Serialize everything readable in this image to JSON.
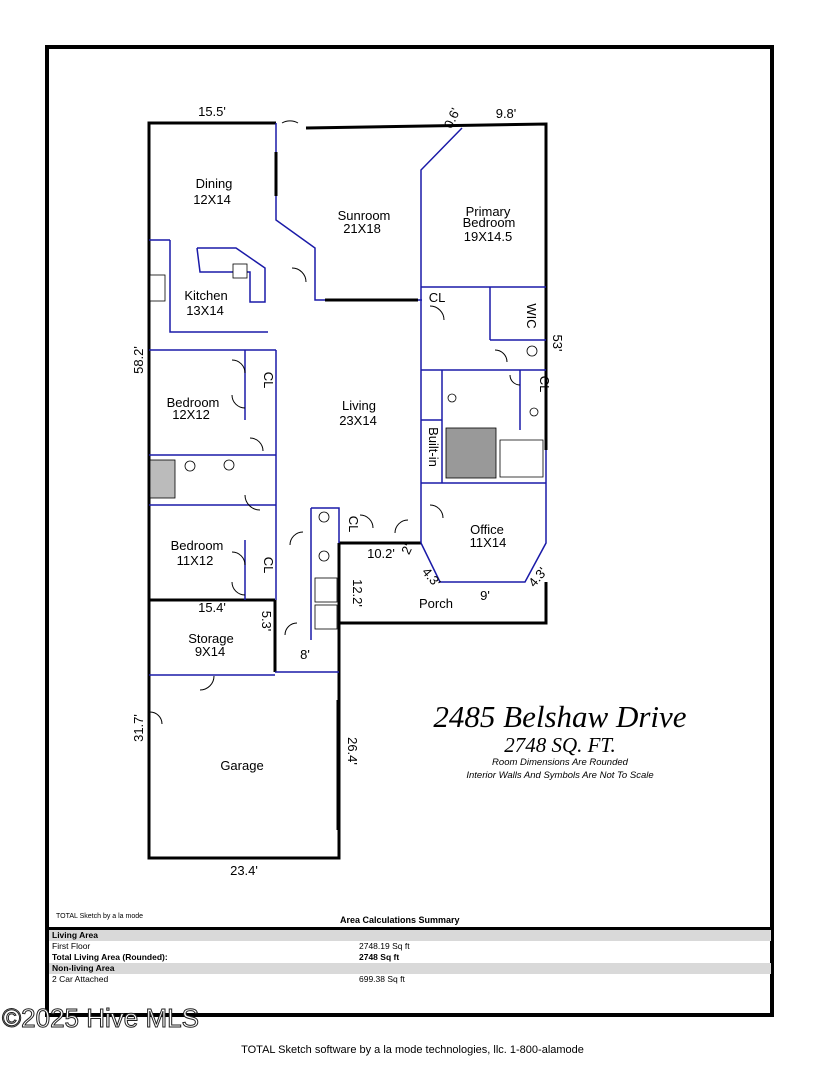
{
  "rooms": {
    "dining": {
      "name": "Dining",
      "size": "12X14"
    },
    "sunroom": {
      "name": "Sunroom",
      "size": "21X18"
    },
    "primary": {
      "name1": "Primary",
      "name2": "Bedroom",
      "size": "19X14.5"
    },
    "kitchen": {
      "name": "Kitchen",
      "size": "13X14"
    },
    "bedroom1": {
      "name": "Bedroom",
      "size": "12X12"
    },
    "living": {
      "name": "Living",
      "size": "23X14"
    },
    "bedroom2": {
      "name": "Bedroom",
      "size": "11X12"
    },
    "office": {
      "name": "Office",
      "size": "11X14"
    },
    "storage": {
      "name": "Storage",
      "size": "9X14"
    },
    "garage": {
      "name": "Garage"
    },
    "porch": {
      "name": "Porch"
    }
  },
  "labels": {
    "cl": "CL",
    "wic": "WIC",
    "builtin": "Built-in"
  },
  "dimensions": {
    "d_15_5": "15.5'",
    "d_0_6": "0.6'",
    "d_9_8": "9.8'",
    "d_58_2": "58.2'",
    "d_53": "53'",
    "d_10_2": "10.2'",
    "d_2": "2'",
    "d_4_3a": "4.3'",
    "d_9": "9'",
    "d_4_3b": "4.3'",
    "d_12_2": "12.2'",
    "d_15_4": "15.4'",
    "d_5_3": "5.3'",
    "d_8": "8'",
    "d_31_7": "31.7'",
    "d_26_4": "26.4'",
    "d_23_4": "23.4'"
  },
  "title": {
    "address": "2485 Belshaw Drive",
    "sqft": "2748 SQ. FT.",
    "note1": "Room Dimensions Are Rounded",
    "note2": "Interior Walls And Symbols Are Not To Scale"
  },
  "summary": {
    "software_small": "TOTAL Sketch by a la mode",
    "title": "Area Calculations Summary",
    "living_header": "Living Area",
    "first_floor_label": "First Floor",
    "first_floor_value": "2748.19 Sq ft",
    "total_label": "Total Living Area (Rounded):",
    "total_value": "2748 Sq ft",
    "nonliving_header": "Non-living Area",
    "garage_label": "2 Car Attached",
    "garage_value": "699.38 Sq ft"
  },
  "watermark": "©2025 Hive MLS",
  "footer": "TOTAL Sketch software by a la mode technologies, llc. 1-800-alamode"
}
